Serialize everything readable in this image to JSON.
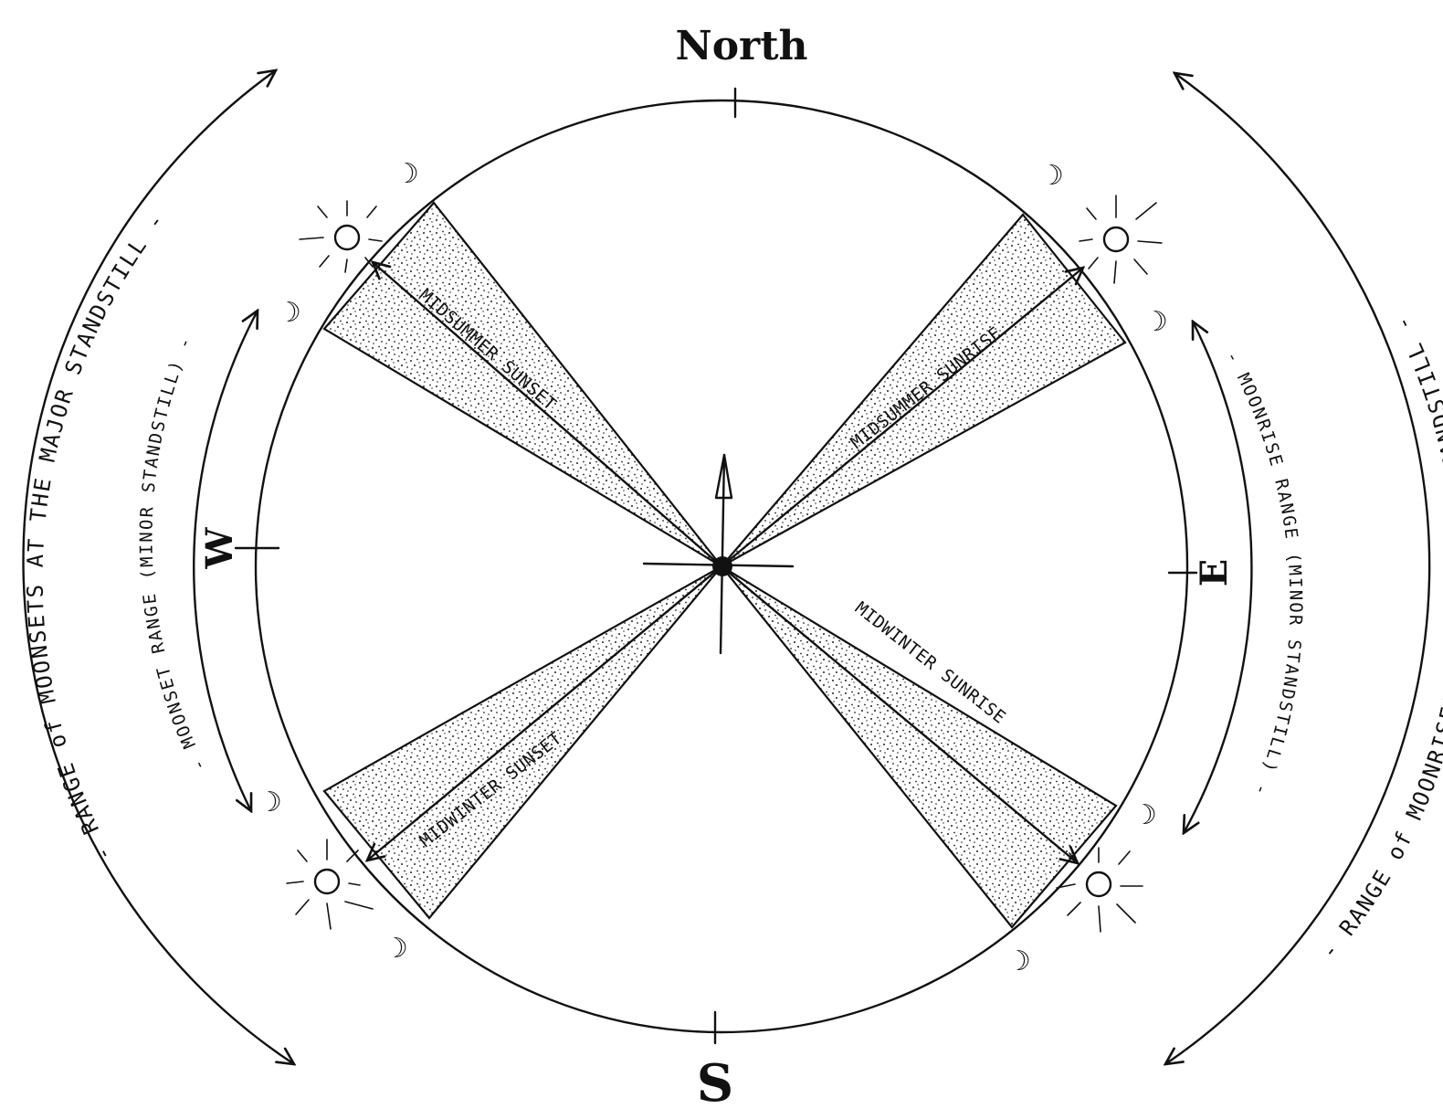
{
  "compass": {
    "north": "North",
    "south": "S",
    "west": "W",
    "east": "E"
  },
  "sectors": {
    "midsummer_sunset": "MIDSUMMER SUNSET",
    "midsummer_sunrise": "MIDSUMMER SUNRISE",
    "midwinter_sunset": "MIDWINTER SUNSET",
    "midwinter_sunrise": "MIDWINTER SUNRISE"
  },
  "arcs": {
    "moonsets_major": "- RANGE of MOONSETS AT THE MAJOR STANDSTILL -",
    "moonset_minor": "- MOONSET RANGE (MINOR STANDSTILL) -",
    "moonrise_minor": "- MOONRISE RANGE (MINOR STANDSTILL) -",
    "moonrises_major": "- RANGE of MOONRISES AT THE MAJOR STANDSTILL -"
  },
  "symbols": {
    "moon": "☽"
  },
  "colors": {
    "ink": "#111111",
    "paper": "#ffffff"
  }
}
